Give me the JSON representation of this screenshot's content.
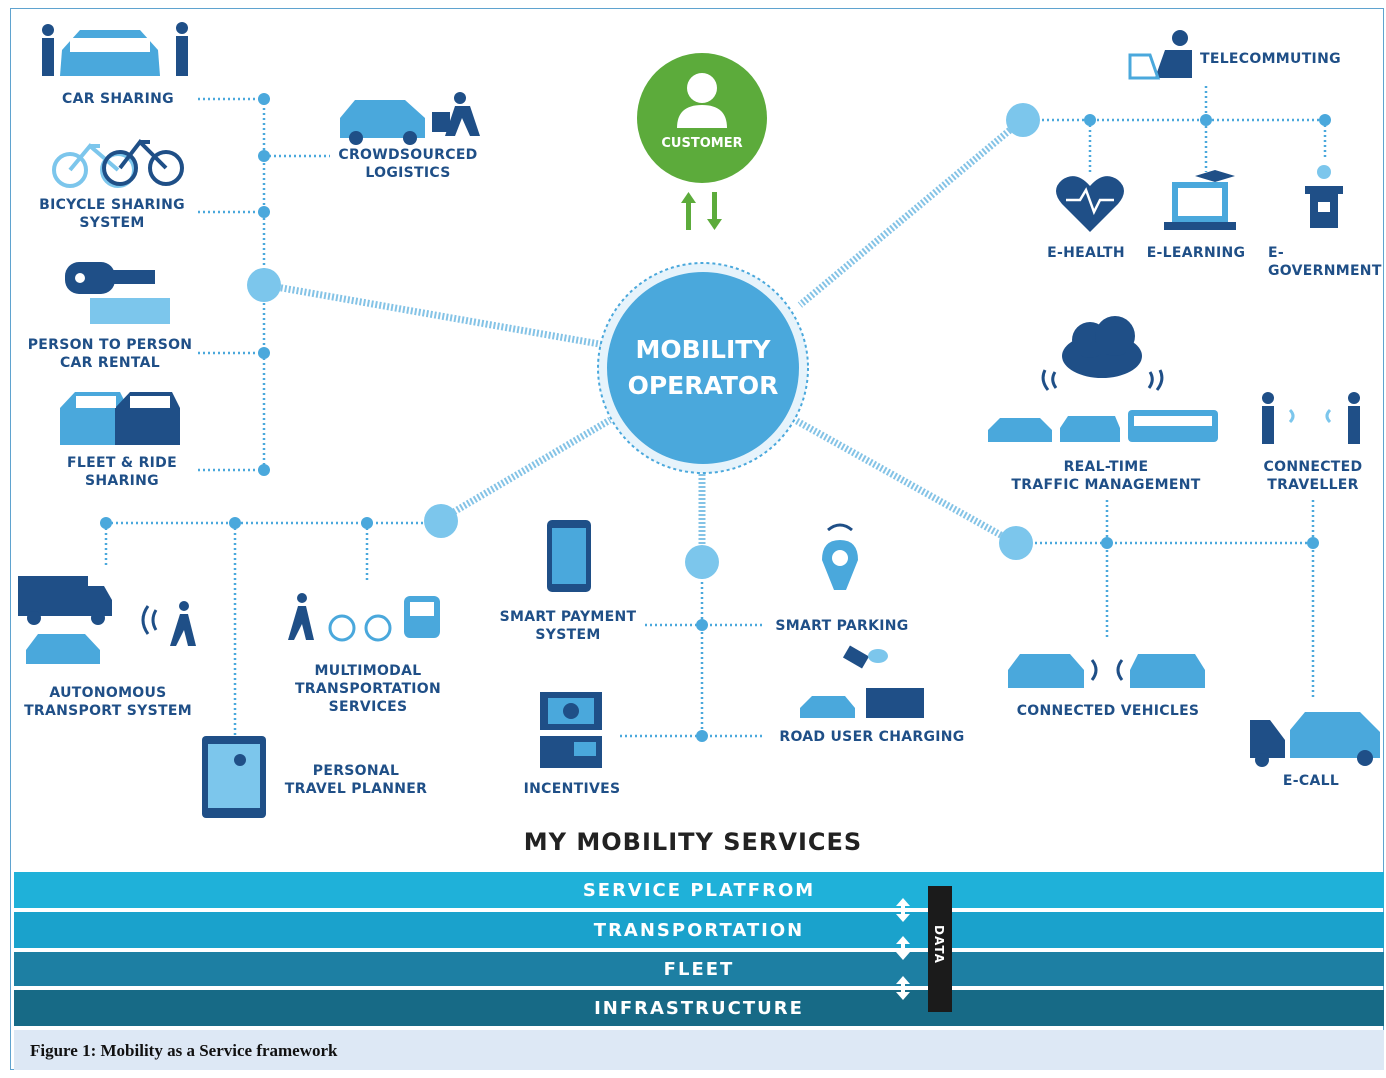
{
  "hub": {
    "title": "MOBILITY\nOPERATOR"
  },
  "customer": {
    "label": "CUSTOMER"
  },
  "services": {
    "car_sharing": "CAR SHARING",
    "bicycle_sharing": "BICYCLE SHARING\nSYSTEM",
    "p2p_car_rental": "PERSON TO PERSON\nCAR RENTAL",
    "fleet_ride_sharing": "FLEET & RIDE\nSHARING",
    "crowdsourced_logistics": "CROWDSOURCED\nLOGISTICS",
    "telecommuting": "TELECOMMUTING",
    "e_health": "E-HEALTH",
    "e_learning": "E-LEARNING",
    "e_government": "E-GOVERNMENT",
    "real_time_traffic": "REAL-TIME\nTRAFFIC MANAGEMENT",
    "connected_traveller": "CONNECTED\nTRAVELLER",
    "connected_vehicles": "CONNECTED VEHICLES",
    "e_call": "E-CALL",
    "autonomous_transport": "AUTONOMOUS\nTRANSPORT SYSTEM",
    "multimodal": "MULTIMODAL\nTRANSPORTATION\nSERVICES",
    "personal_travel_planner": "PERSONAL\nTRAVEL PLANNER",
    "smart_payment": "SMART PAYMENT\nSYSTEM",
    "smart_parking": "SMART PARKING",
    "road_user_charging": "ROAD USER CHARGING",
    "incentives": "INCENTIVES"
  },
  "footer": {
    "title": "MY MOBILITY SERVICES",
    "layers": [
      "SERVICE PLATFROM",
      "TRANSPORTATION",
      "FLEET",
      "INFRASTRUCTURE"
    ],
    "data_label": "DATA",
    "caption": "Figure 1: Mobility as a Service framework"
  },
  "colors": {
    "primary_blue": "#4aa8dc",
    "light_blue": "#6fc3ec",
    "dark_navy": "#1f4f87",
    "customer_green": "#5cab3b",
    "layer_1": "#1fb1d9",
    "layer_2": "#1aa2cc",
    "layer_3": "#1d7fa3",
    "layer_4": "#176a86"
  },
  "icons": [
    "people-car-icon",
    "bicycle-icon",
    "key-icon",
    "cars-icon",
    "car-delivery-icon",
    "laptop-person-icon",
    "heart-pulse-icon",
    "laptop-icon",
    "podium-icon",
    "cloud-icon",
    "vehicles-icon",
    "phone-people-icon",
    "connected-cars-icon",
    "tow-truck-icon",
    "truck-car-icon",
    "pedestrian-signal-icon",
    "multimodal-icon",
    "tablet-map-icon",
    "smartphone-icon",
    "parking-meter-icon",
    "satellite-icon",
    "incentives-icon",
    "person-icon",
    "arrows-icon"
  ]
}
